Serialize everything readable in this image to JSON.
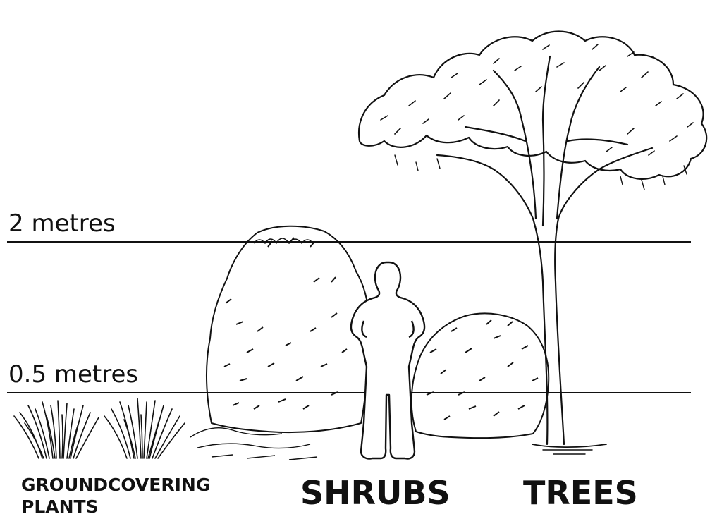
{
  "height_markers": {
    "upper_label": "2 metres",
    "lower_label": "0.5 metres"
  },
  "categories": {
    "groundcover": "GROUNDCOVERING PLANTS",
    "shrubs": "SHRUBS",
    "trees": "TREES"
  },
  "colors": {
    "ink": "#111111",
    "background": "#ffffff"
  }
}
